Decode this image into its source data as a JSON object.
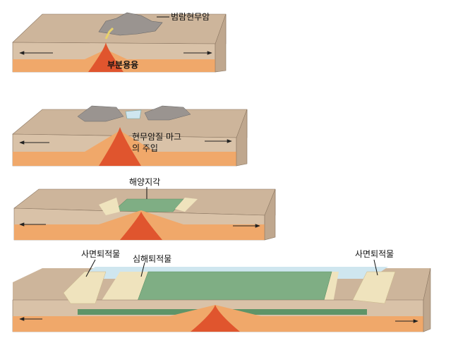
{
  "colors": {
    "land_top": "#cdb59b",
    "land_front": "#d9c2a8",
    "land_side": "#bfa78e",
    "lithosphere": "#f0a86a",
    "mantle": "#e8885a",
    "magma": "#e0552e",
    "ocean_crust": "#7fae84",
    "ocean_crust_dark": "#5f9468",
    "sea": "#cfe6ef",
    "sediment": "#efe3bd",
    "rock": "#9a9490"
  },
  "labels": {
    "stage1_basalt": "범람현무암",
    "stage1_melting": "부분용융",
    "stage2_intrusion_line1": "현무암질 마그",
    "stage2_intrusion_line2": "의 주입",
    "stage3_oceanic_crust": "해양지각",
    "stage4_slope_left": "사면퇴적물",
    "stage4_deep_sea": "심해퇴적물",
    "stage4_slope_right": "사면퇴적물"
  },
  "icons": {
    "arrow_left": "arrow-left-icon",
    "arrow_right": "arrow-right-icon"
  }
}
